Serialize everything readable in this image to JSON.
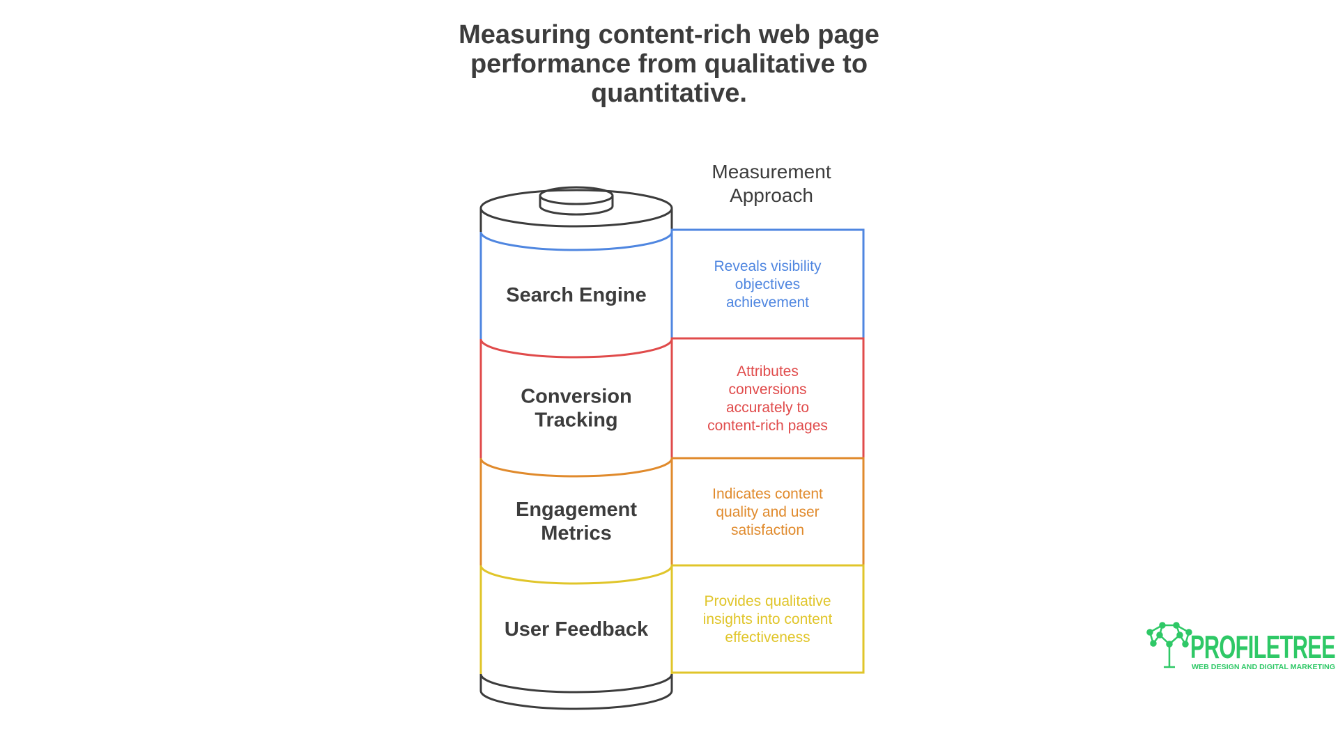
{
  "title": {
    "lines": [
      "Measuring content-rich web page",
      "performance from qualitative to",
      "quantitative."
    ]
  },
  "column_header": {
    "lines": [
      "Measurement",
      "Approach"
    ]
  },
  "layers": [
    {
      "name_lines": [
        "Search Engine"
      ],
      "description_lines": [
        "Reveals visibility",
        "objectives",
        "achievement"
      ],
      "color": "#4f86e0"
    },
    {
      "name_lines": [
        "Conversion",
        "Tracking"
      ],
      "description_lines": [
        "Attributes",
        "conversions",
        "accurately to",
        "content-rich pages"
      ],
      "color": "#e04b4b"
    },
    {
      "name_lines": [
        "Engagement",
        "Metrics"
      ],
      "description_lines": [
        "Indicates content",
        "quality and user",
        "satisfaction"
      ],
      "color": "#e08a2c"
    },
    {
      "name_lines": [
        "User Feedback"
      ],
      "description_lines": [
        "Provides qualitative",
        "insights into content",
        "effectiveness"
      ],
      "color": "#e0c52a"
    }
  ],
  "cylinder": {
    "outline_color": "#3c3c3c"
  },
  "logo": {
    "name": "PROFILETREE",
    "tagline": "WEB DESIGN AND DIGITAL MARKETING",
    "color": "#2ec866",
    "icon": "tree-network-icon"
  }
}
